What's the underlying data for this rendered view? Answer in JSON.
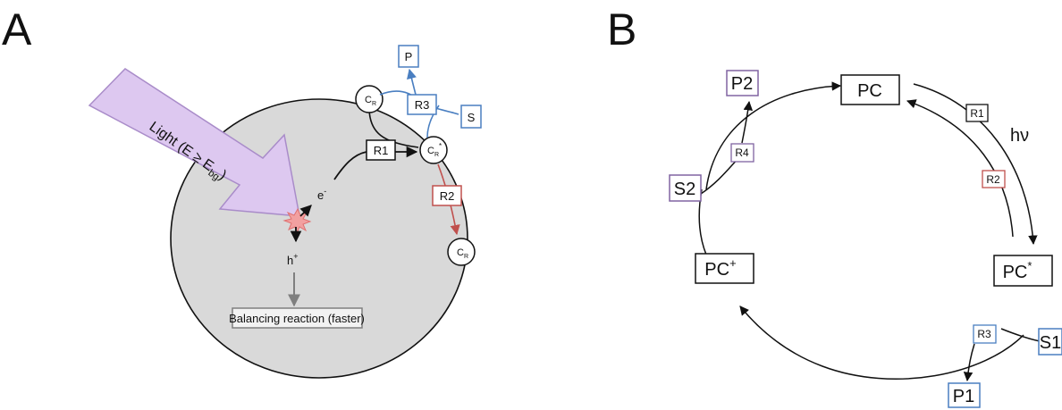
{
  "panel_a": {
    "label": "A",
    "light_label": "Light (E ≥ E",
    "light_sub": "bg",
    "light_close": ")",
    "electron_label": "e",
    "electron_sup": "-",
    "hole_label": "h",
    "hole_sup": "+",
    "balancing": "Balancing reaction (faster)",
    "cr_main": "C",
    "cr_sub": "R",
    "cr_star": "*",
    "r1": "R1",
    "r2": "R2",
    "r3": "R3",
    "p": "P",
    "s": "S"
  },
  "panel_b": {
    "label": "B",
    "pc": "PC",
    "pc_star": "PC",
    "pc_star_sup": "*",
    "pc_plus": "PC",
    "pc_plus_sup": "+",
    "hv": "hν",
    "r1": "R1",
    "r2": "R2",
    "r3": "R3",
    "r4": "R4",
    "s1": "S1",
    "s2": "S2",
    "p1": "P1",
    "p2": "P2"
  },
  "colors": {
    "black": "#111111",
    "blue": "#4a7fc1",
    "red": "#c0504d",
    "purple": "#8064a2",
    "particle": "#d9d9d9",
    "arrow_fill": "#ddc8f0",
    "arrow_stroke": "#a98cc9",
    "gray_arrow": "#7f7f7f"
  }
}
